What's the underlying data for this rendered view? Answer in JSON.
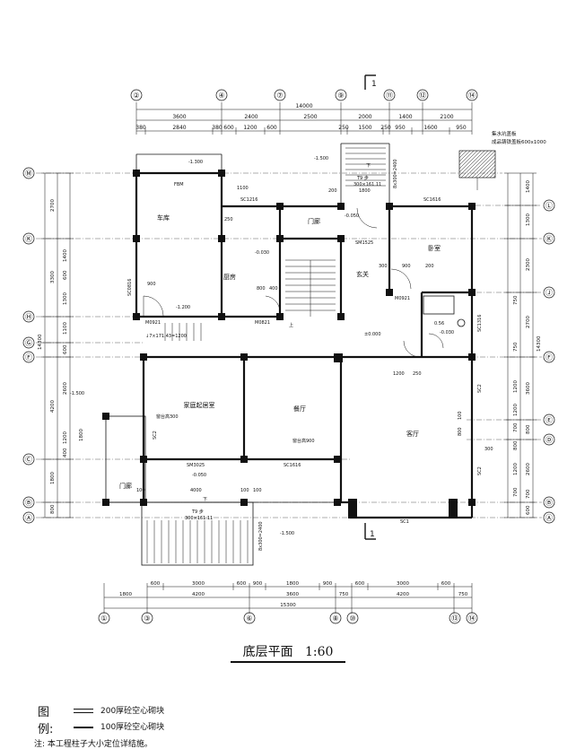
{
  "drawing": {
    "title": "底层平面",
    "scale": "1:60",
    "section_mark": "1",
    "axes_top": [
      "②",
      "④",
      "⑦",
      "⑨",
      "⑪",
      "⑫",
      "⑭"
    ],
    "axes_bottom": [
      "①",
      "③",
      "⑥",
      "⑧",
      "⑩",
      "⑬",
      "⑭"
    ],
    "axes_left": [
      "Ⓜ",
      "Ⓚ",
      "Ⓗ",
      "Ⓖ",
      "Ⓕ",
      "Ⓒ",
      "Ⓑ",
      "Ⓐ"
    ],
    "axes_right": [
      "Ⓛ",
      "Ⓚ",
      "Ⓙ",
      "Ⓕ",
      "Ⓔ",
      "Ⓓ",
      "Ⓑ",
      "Ⓐ"
    ],
    "dims_top_total": "14000",
    "dims_top_1": [
      "3600",
      "2400",
      "2500",
      "2000",
      "1400",
      "2100"
    ],
    "dims_top_2": [
      "380",
      "2840",
      "380",
      "600",
      "1200",
      "600",
      "250",
      "1500",
      "250",
      "950",
      "1600",
      "950"
    ],
    "dims_bottom_1": [
      "600",
      "3000",
      "600",
      "900",
      "1800",
      "900",
      "600",
      "3000",
      "600"
    ],
    "dims_bottom_2": [
      "1800",
      "4200",
      "3600",
      "750",
      "4200",
      "750"
    ],
    "dims_bottom_total": "15300",
    "dims_left": [
      "2700",
      "1400",
      "600",
      "1300",
      "3300",
      "600",
      "1100",
      "2600",
      "4200",
      "1200",
      "1800",
      "400",
      "1800",
      "800"
    ],
    "dims_left_total": "14300",
    "dims_right": [
      "1400",
      "1300",
      "2300",
      "750",
      "2700",
      "750",
      "1200",
      "3600",
      "1200",
      "700",
      "800",
      "800",
      "1200",
      "700",
      "2600",
      "700",
      "600"
    ],
    "dims_right_total": "14300",
    "rooms": {
      "garage": "车库",
      "gate_porch": "门廊",
      "bedroom": "卧室",
      "kitchen": "厨房",
      "foyer": "玄关",
      "family_room": "家庭起居室",
      "dining": "餐厅",
      "living": "客厅",
      "porch": "门廊"
    },
    "tags": {
      "fbm": "FBM",
      "sc1216": "SC1216",
      "sc1616": "SC1616",
      "sc1616_b": "SC1616",
      "sm1525": "SM1525",
      "m0921_a": "M0921",
      "m0921_b": "M0921",
      "m0821": "M0821",
      "sc0816": "SC0816",
      "sm3025": "SM3025",
      "sc2_a": "SC2",
      "sc2_b": "SC2",
      "sc2_c": "SC2",
      "sc1": "SC1",
      "sc1316": "SC1316",
      "sill_300": "窗台高300",
      "sill_900": "窗台高900"
    },
    "levels": {
      "l1": "-1.300",
      "l2": "-1.500",
      "l3": "-0.050",
      "l4": "-0.030",
      "l5": "-1.200",
      "l6": "±0.000",
      "l7": "-0.030",
      "l8": "-1.500",
      "l9": "-0.050",
      "l10": "-1.500"
    },
    "stairs": {
      "s1": "下",
      "s1_steps": "T9 步",
      "s1_size": "300×161.11",
      "s1_side": "8x300=2400",
      "s2": "上",
      "s3": "下",
      "s3_steps": "T9 步",
      "s3_size": "300×161.11",
      "s3_side": "8x300=2400",
      "s4": "↓7×171.43=1200"
    },
    "misc": {
      "d1100": "1100",
      "d900a": "900",
      "d800": "800",
      "d400": "400",
      "d250": "250",
      "d1800": "1800",
      "d900b": "900",
      "d200a": "200",
      "d200b": "200",
      "d300a": "300",
      "d1200": "1200",
      "d250b": "250",
      "d4000": "4000",
      "d100a": "100",
      "d100b": "100",
      "d100c": "100",
      "d300b": "300",
      "d800b": "800",
      "d100d": "100",
      "d06": "0.56"
    },
    "note_block": {
      "line1": "集水坑盖板",
      "line2": "成品铸铁盖板600x1000"
    }
  },
  "legend": {
    "head": "图例:",
    "item1": "200厚砼空心砌块",
    "item2": "100厚砼空心砌块"
  },
  "note": "注: 本工程柱子大小定位详结施。",
  "colors": {
    "line": "#111111",
    "column": "#111111",
    "paper": "#ffffff"
  }
}
